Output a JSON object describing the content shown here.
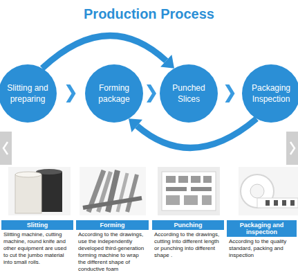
{
  "diagram": {
    "title": "Production Process",
    "nodes": [
      {
        "text": [
          "Slitting and preparing"
        ]
      },
      {
        "text": [
          "Forming package"
        ]
      },
      {
        "text": [
          "Punched Slices"
        ]
      },
      {
        "text": [
          "Packaging Inspection"
        ]
      },
      {
        "text": [
          "Slitting",
          "Slitting machine, cutting machine, round knife and other equipment are used to cut the jumbo material into small rolls."
        ]
      },
      {
        "text": [
          "Forming",
          "According to the drawings, use the independently developed third-generation forming machine to wrap the different shape of conductive foam"
        ]
      },
      {
        "text": [
          "Punching",
          "According to the drawings, cutting into different length or punching into different shape ."
        ]
      },
      {
        "text": [
          "Packaging and inspection",
          "According to the quality standard, packing and inspection"
        ]
      }
    ],
    "edges": [
      {
        "from": 0,
        "to": 1,
        "arrow": "to"
      },
      {
        "from": 1,
        "to": 2,
        "arrow": "to"
      },
      {
        "from": 2,
        "to": 3,
        "arrow": "to"
      },
      {
        "from": 0,
        "to": 2,
        "arrow": "to"
      },
      {
        "from": 3,
        "to": 1,
        "arrow": "to"
      }
    ]
  }
}
